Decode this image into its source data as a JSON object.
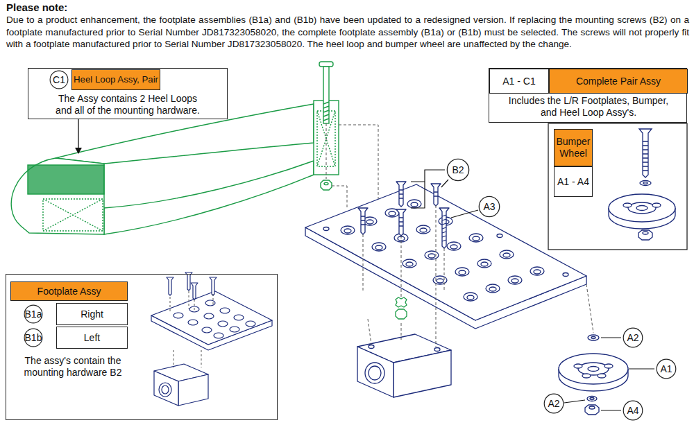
{
  "diagram": {
    "title": "Please note:",
    "nodes": [
      {
        "text": [
          "The Assy contains 2 Heel Loops and all of the mounting hardware."
        ]
      },
      {
        "text": [
          "C1"
        ],
        "in": 0
      },
      {
        "text": [
          "Heel Loop Assy, Pair"
        ],
        "in": 0
      },
      {
        "text": [
          "Includes the L/R Footplates, Bumper, and Heel Loop Assy's."
        ]
      },
      {
        "text": [
          "A1 - C1"
        ],
        "in": 3
      },
      {
        "text": [
          "Complete Pair Assy"
        ],
        "in": 3
      },
      {
        "text": [
          "Bumper Wheel"
        ]
      },
      {
        "text": [
          "A1 - A4"
        ]
      },
      {
        "text": [
          "The assy's contain the mounting hardware B2"
        ]
      },
      {
        "text": [
          "Footplate Assy"
        ],
        "in": 8
      },
      {
        "text": [
          "B1a"
        ],
        "in": 8
      },
      {
        "text": [
          "Right"
        ],
        "in": 8
      },
      {
        "text": [
          "B1b"
        ],
        "in": 8
      },
      {
        "text": [
          "Left"
        ],
        "in": 8
      },
      {
        "text": [
          "B2"
        ]
      },
      {
        "text": [
          "A3"
        ]
      },
      {
        "text": [
          "A2"
        ]
      },
      {
        "text": [
          "A1"
        ]
      },
      {
        "text": [
          "A2"
        ]
      },
      {
        "text": [
          "A4"
        ]
      }
    ],
    "labels": [
      "Due to a product enhancement, the footplate assemblies (B1a) and (B1b) have been updated to a redesigned version. If replacing the mounting screws (B2) on a footplate manufactured prior to Serial Number JD817323058020, the complete footplate assembly (B1a) or (B1b) must be selected. The screws will not properly fit with a footplate manufactured prior to Serial Number JD817323058020. The heel loop and bumper wheel are unaffected by the change."
    ]
  }
}
